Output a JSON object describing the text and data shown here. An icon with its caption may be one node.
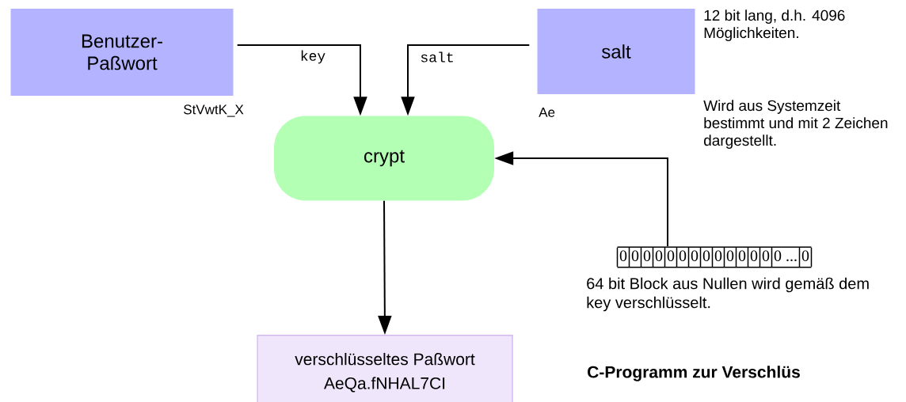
{
  "diagram": {
    "title": "C-Programm zur Verschlüs",
    "nodes": [
      {
        "text": [
          "Benutzer- Paßwort"
        ],
        "beside": [
          "StVwtK_X"
        ]
      },
      {
        "text": [
          "salt"
        ],
        "beside": [
          "Ae"
        ]
      },
      {
        "text": [
          "crypt"
        ]
      },
      {
        "text": [
          "0",
          "0",
          "0",
          "0",
          "0",
          "0",
          "0",
          "0",
          "0",
          "0",
          "0",
          "0",
          "0",
          "0 ...",
          "0"
        ],
        "beside": [
          "64 bit Block aus Nullen wird gemäß dem key verschlüsselt."
        ]
      },
      {
        "text": [
          "verschlüsseltes Paßwort",
          "AeQa.fNHAL7CI"
        ]
      }
    ],
    "edges": [
      {
        "from": 0,
        "to": 2,
        "arrow": "to",
        "label": "key"
      },
      {
        "from": 1,
        "to": 2,
        "arrow": "to",
        "label": "salt"
      },
      {
        "from": 3,
        "to": 2,
        "arrow": "to"
      },
      {
        "from": 2,
        "to": 4,
        "arrow": "to"
      }
    ],
    "labels": [
      "12 bit lang, d.h. 4096 Möglichkeiten.",
      "Wird aus Systemzeit bestimmt und mit 2 Zeichen dargestellt."
    ]
  }
}
